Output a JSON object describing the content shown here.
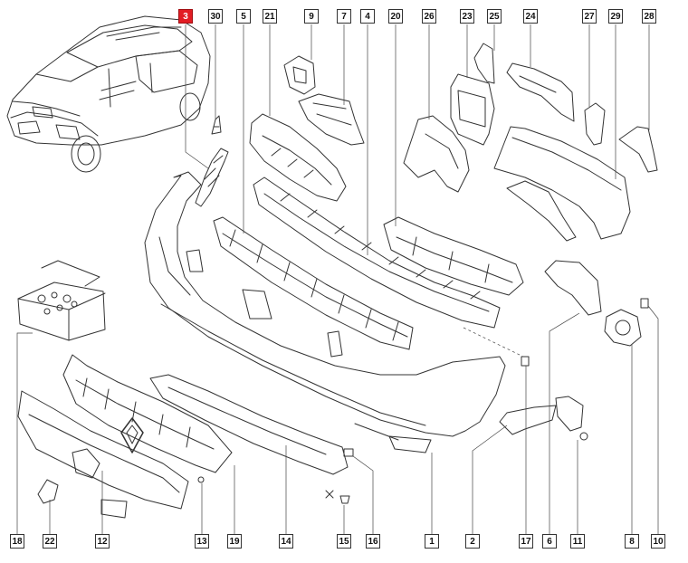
{
  "highlight_ref": "3",
  "top_refs": [
    "3",
    "30",
    "5",
    "21",
    "9",
    "7",
    "4",
    "20",
    "26",
    "23",
    "25",
    "24",
    "27",
    "29",
    "28"
  ],
  "bottom_refs": [
    "18",
    "22",
    "12",
    "13",
    "19",
    "14",
    "15",
    "16",
    "1",
    "2",
    "17",
    "6",
    "11",
    "8",
    "10"
  ],
  "brand_emblem_icon": "renault-diamond-icon",
  "colors": {
    "highlight": "#e21d24",
    "line": "#333333",
    "paper": "#ffffff"
  }
}
